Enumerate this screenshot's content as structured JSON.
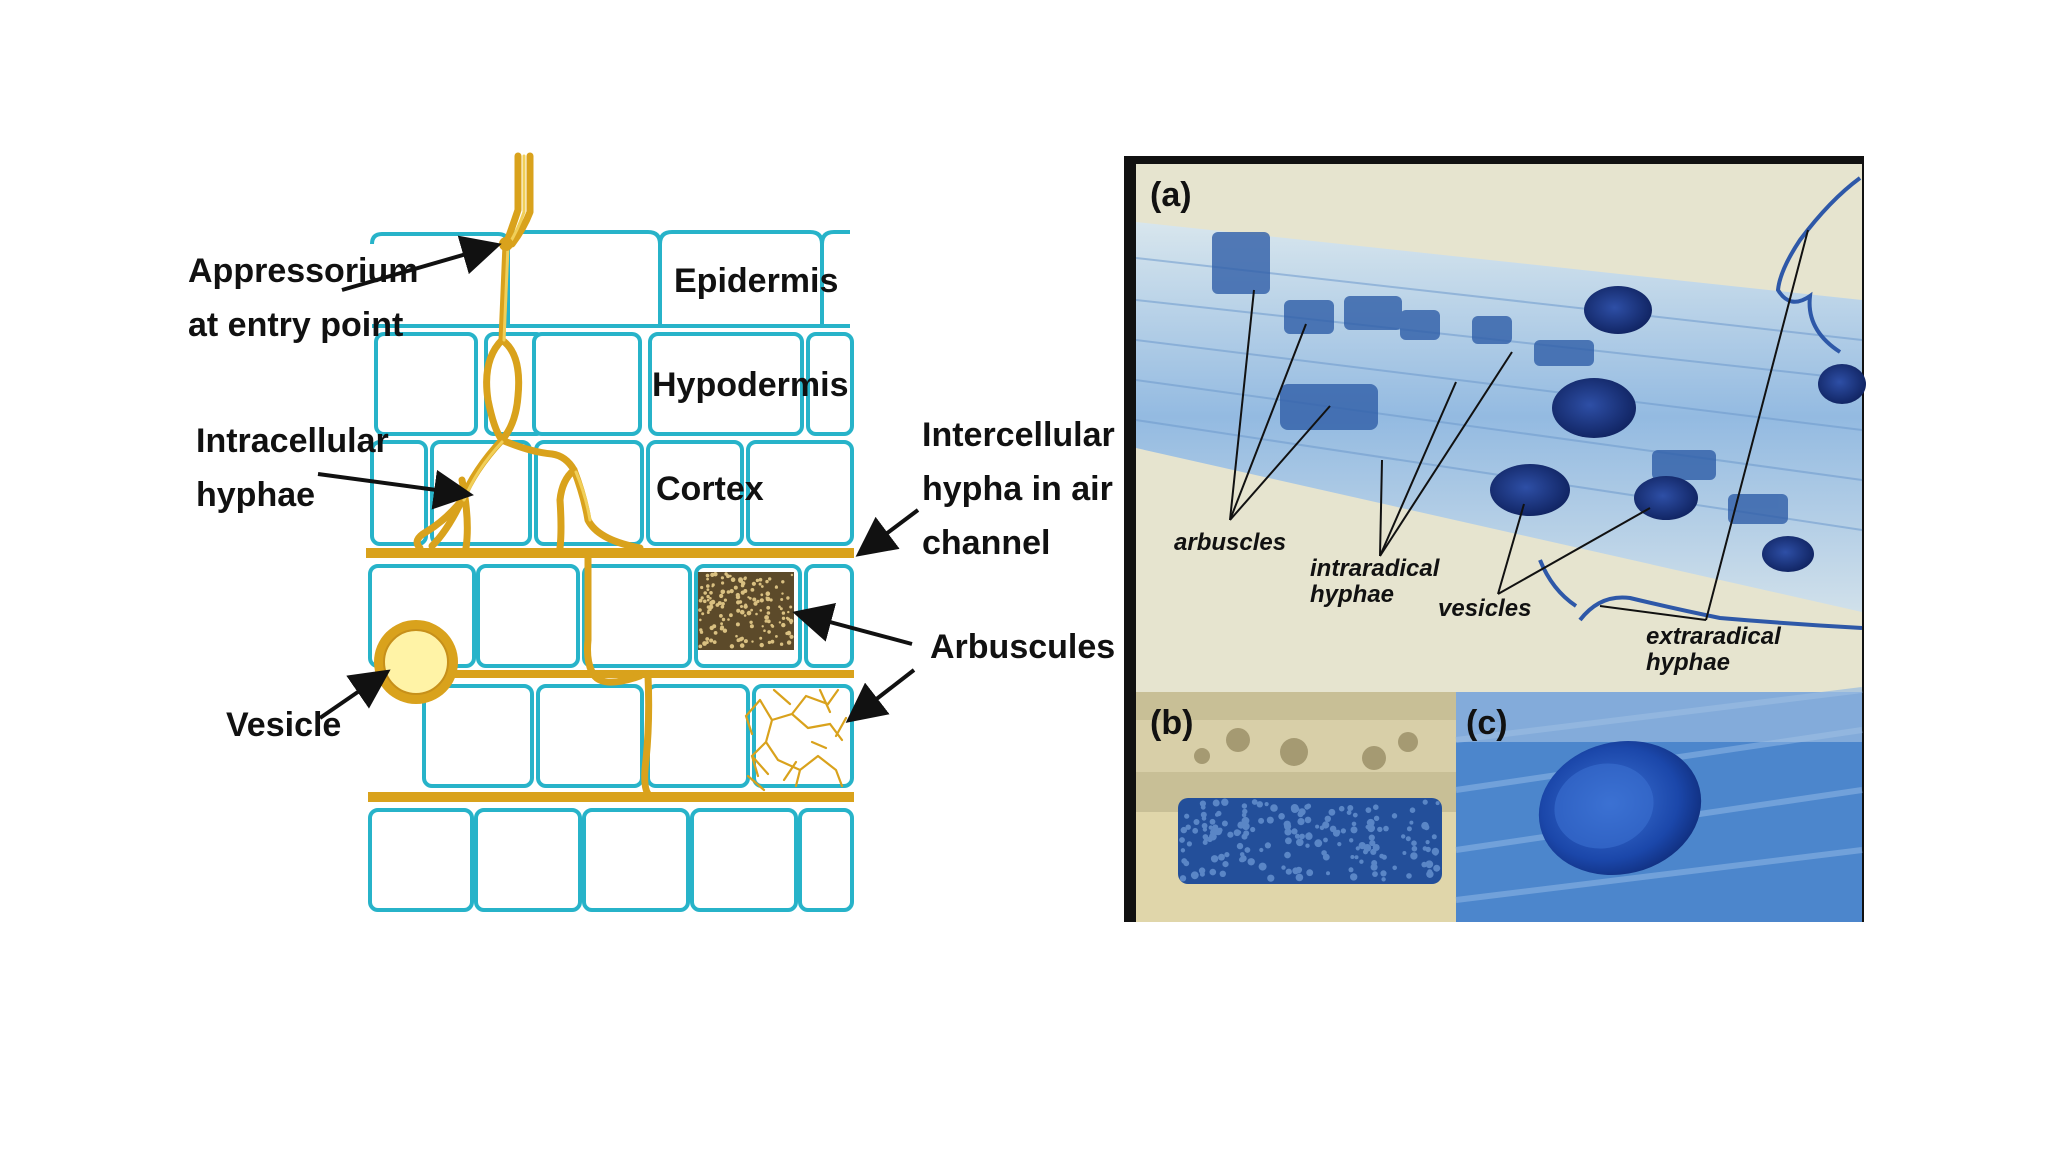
{
  "diagram": {
    "labels": {
      "appressorium_line1": "Appressorium",
      "appressorium_line2": "at entry point",
      "epidermis": "Epidermis",
      "hypodermis": "Hypodermis",
      "cortex": "Cortex",
      "intracellular_line1": "Intracellular",
      "intracellular_line2": "hyphae",
      "intercellular_line1": "Intercellular",
      "intercellular_line2": "hypha in air",
      "intercellular_line3": "channel",
      "arbuscules": "Arbuscules",
      "vesicle": "Vesicle"
    },
    "colors": {
      "cell_wall": "#27b3c9",
      "hypha": "#d9a21c",
      "hypha_light": "#f1cf58",
      "vesicle_fill": "#fff3a6"
    }
  },
  "photo": {
    "panels": {
      "a": "(a)",
      "b": "(b)",
      "c": "(c)"
    },
    "labels": {
      "arbuscles": "arbuscles",
      "intraradical_line1": "intraradical",
      "intraradical_line2": "hyphae",
      "vesicles": "vesicles",
      "extraradical_line1": "extraradical",
      "extraradical_line2": "hyphae"
    },
    "colors": {
      "background": "#e6e4cf",
      "stain_blue": "#3d74c0",
      "dark_blue": "#16307a"
    }
  }
}
